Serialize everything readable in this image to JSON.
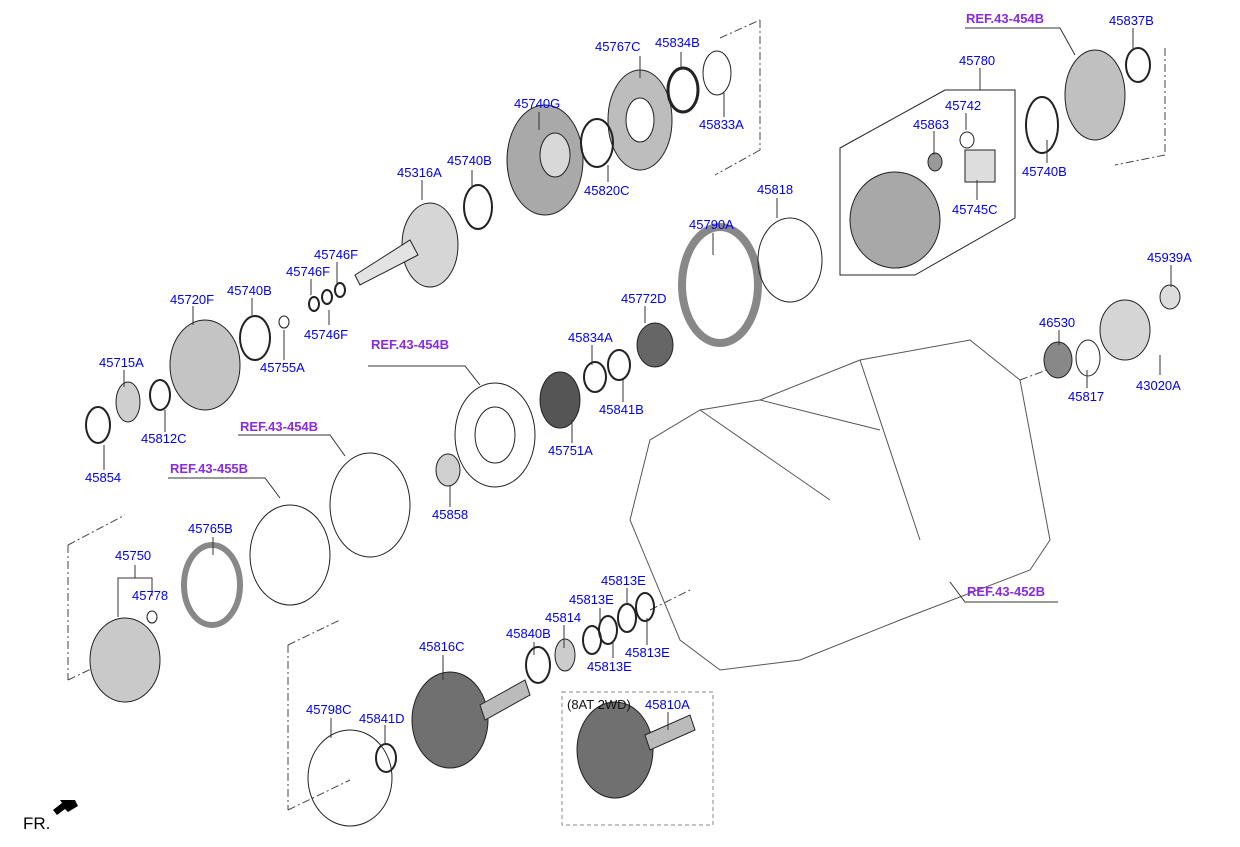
{
  "diagram": {
    "title": "Automatic transmission gear train exploded view",
    "colors": {
      "part_label": "#0000ee",
      "ref_label": "#8a2be2",
      "line": "#222222"
    },
    "front_indicator": "FR.",
    "variant_note": "(8AT 2WD)",
    "references": [
      {
        "id": "ref-top-right",
        "text": "REF.43-454B"
      },
      {
        "id": "ref-middle",
        "text": "REF.43-454B"
      },
      {
        "id": "ref-left-upper",
        "text": "REF.43-454B"
      },
      {
        "id": "ref-left-lower",
        "text": "REF.43-455B"
      },
      {
        "id": "ref-case",
        "text": "REF.43-452B"
      }
    ],
    "parts": [
      "45767C",
      "45834B",
      "45833A",
      "45740G",
      "45820C",
      "45740B",
      "45316A",
      "45818",
      "45790A",
      "45746F",
      "45746F",
      "45746F",
      "45720F",
      "45740B",
      "45755A",
      "45715A",
      "45812C",
      "45854",
      "45772D",
      "45834A",
      "45841B",
      "45751A",
      "45858",
      "45765B",
      "45750",
      "45778",
      "45780",
      "45742",
      "45863",
      "45745C",
      "45837B",
      "45740B",
      "45939A",
      "46530",
      "45817",
      "43020A",
      "45813E",
      "45813E",
      "45813E",
      "45813E",
      "45814",
      "45840B",
      "45816C",
      "45798C",
      "45841D",
      "45810A"
    ]
  }
}
